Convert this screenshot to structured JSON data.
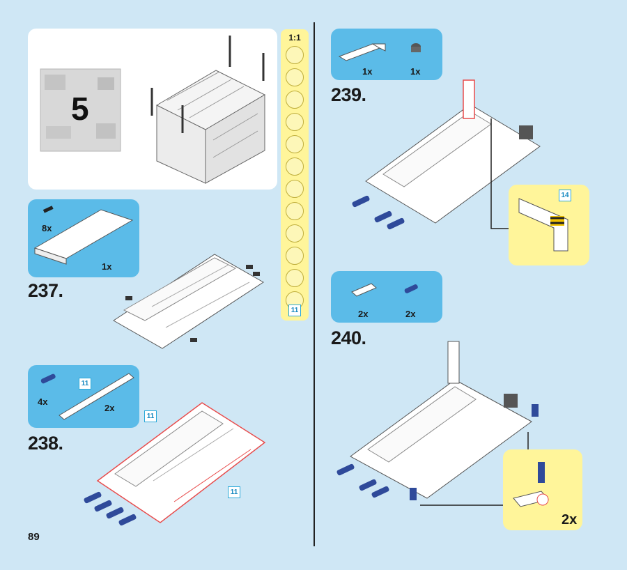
{
  "page_number": "89",
  "bag": {
    "number": "5"
  },
  "ruler": {
    "scale_label": "1:1",
    "length_label": "11"
  },
  "steps": [
    {
      "number": "237.",
      "parts": [
        {
          "qty": "8x"
        },
        {
          "qty": "1x"
        }
      ]
    },
    {
      "number": "238.",
      "parts": [
        {
          "qty": "4x"
        },
        {
          "qty": "2x",
          "tag": "11"
        }
      ],
      "model_tags": [
        "11",
        "11"
      ]
    },
    {
      "number": "239.",
      "parts": [
        {
          "qty": "1x"
        },
        {
          "qty": "1x"
        }
      ],
      "callout_tag": "14"
    },
    {
      "number": "240.",
      "parts": [
        {
          "qty": "2x"
        },
        {
          "qty": "2x"
        }
      ],
      "callout_qty": "2x"
    }
  ],
  "colors": {
    "background": "#cfe7f5",
    "parts_panel": "#5bbbe8",
    "callout": "#fff59a",
    "highlight": "#e84c4c",
    "pin_blue": "#2f4a9a"
  }
}
